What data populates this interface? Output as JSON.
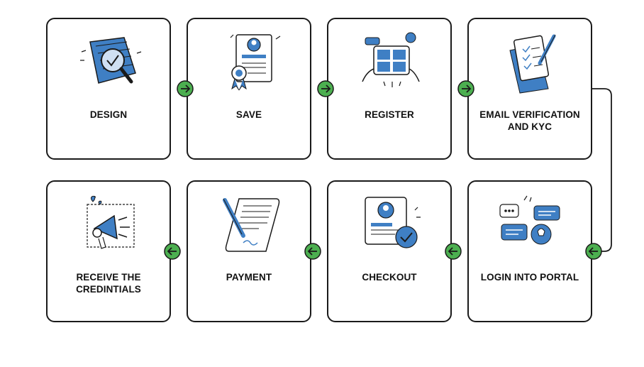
{
  "steps": [
    {
      "label": "DESIGN",
      "icon": "document-checkmark-icon"
    },
    {
      "label": "SAVE",
      "icon": "certificate-badge-icon"
    },
    {
      "label": "REGISTER",
      "icon": "tablet-hands-icon"
    },
    {
      "label": "EMAIL VERIFICATION AND KYC",
      "icon": "clipboard-checklist-icon"
    },
    {
      "label": "LOGIN INTO PORTAL",
      "icon": "chat-bubbles-icon"
    },
    {
      "label": "CHECKOUT",
      "icon": "profile-check-icon"
    },
    {
      "label": "PAYMENT",
      "icon": "scroll-pen-icon"
    },
    {
      "label": "RECEIVE THE CREDINTIALS",
      "icon": "megaphone-icon"
    }
  ],
  "colors": {
    "accent": "#3f7fc4",
    "connector": "#4caf50",
    "outline": "#1a1a1a"
  }
}
